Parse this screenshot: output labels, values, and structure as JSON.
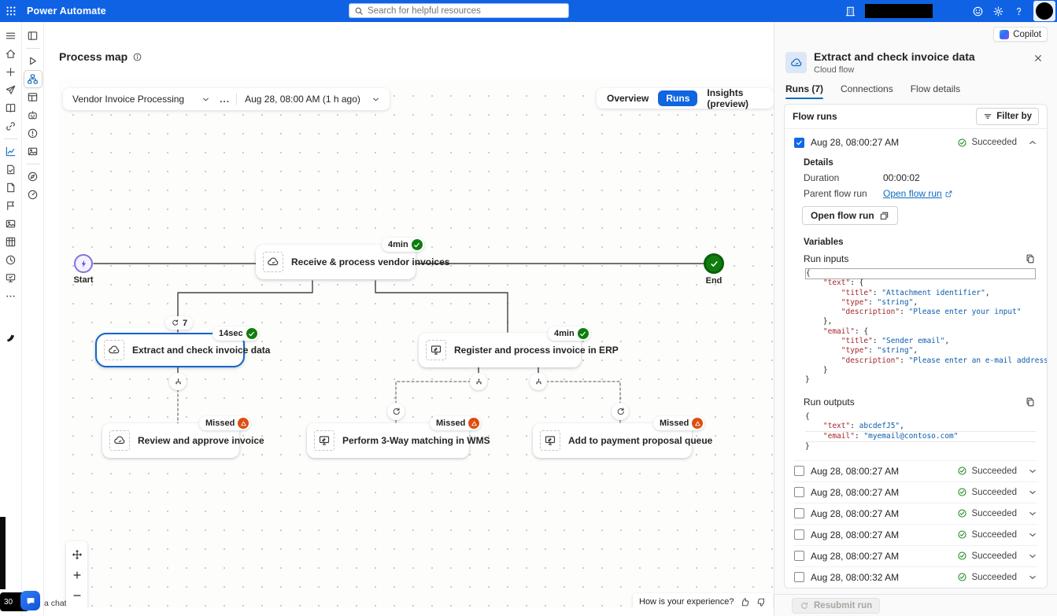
{
  "colors": {
    "topbar": "#0f62e4",
    "accent": "#0f6cbd",
    "run_pill": "#1065e0",
    "success": "#0e7d0e",
    "missed": "#dc4e12",
    "selected_node": "#1065d0",
    "link": "#0f6cbd"
  },
  "topbar": {
    "app_title": "Power Automate",
    "search_placeholder": "Search for helpful resources"
  },
  "rail1": [
    {
      "icon": "hamburger"
    },
    {
      "icon": "home"
    },
    {
      "icon": "plus"
    },
    {
      "icon": "send"
    },
    {
      "icon": "book"
    },
    {
      "icon": "link"
    },
    {
      "divider": true
    },
    {
      "icon": "chart",
      "active": true
    },
    {
      "icon": "doccheck"
    },
    {
      "icon": "doc"
    },
    {
      "icon": "flag"
    },
    {
      "icon": "image"
    },
    {
      "icon": "grid"
    },
    {
      "icon": "clock"
    },
    {
      "icon": "monitorcheck"
    },
    {
      "icon": "dots"
    },
    {
      "gap": true
    },
    {
      "icon": "darktool",
      "dark": true
    }
  ],
  "rail2": [
    {
      "icon": "panel"
    },
    {
      "divider": true
    },
    {
      "icon": "play"
    },
    {
      "icon": "procmap",
      "active": true
    },
    {
      "icon": "table2"
    },
    {
      "icon": "bot"
    },
    {
      "icon": "alert"
    },
    {
      "icon": "image"
    },
    {
      "divider": true
    },
    {
      "icon": "compass"
    },
    {
      "icon": "gauge"
    }
  ],
  "page": {
    "title": "Process map"
  },
  "map_toolbar": {
    "process_select": "Vendor Invoice Processing",
    "more_label": "...",
    "date_select": "Aug 28, 08:00 AM (1 h ago)"
  },
  "view_tabs": [
    {
      "label": "Overview",
      "active": false
    },
    {
      "label": "Runs",
      "active": true
    },
    {
      "label": "Insights (preview)",
      "active": false
    }
  ],
  "diagram": {
    "start_label": "Start",
    "end_label": "End",
    "loop_badge_count": "7",
    "nodes": [
      {
        "id": "receive",
        "title": "Receive & process vendor invoices",
        "icon": "cloud",
        "badge": "4min",
        "status": "success"
      },
      {
        "id": "extract",
        "title": "Extract and check invoice data",
        "icon": "cloud",
        "badge": "14sec",
        "status": "success",
        "selected": true
      },
      {
        "id": "register",
        "title": "Register and process invoice in ERP",
        "icon": "desktop",
        "badge": "4min",
        "status": "success"
      },
      {
        "id": "review",
        "title": "Review and approve invoice",
        "icon": "cloud",
        "badge": "Missed",
        "status": "missed"
      },
      {
        "id": "perform",
        "title": "Perform 3-Way matching in WMS",
        "icon": "desktop",
        "badge": "Missed",
        "status": "missed"
      },
      {
        "id": "add",
        "title": "Add to payment proposal queue",
        "icon": "desktop",
        "badge": "Missed",
        "status": "missed"
      }
    ]
  },
  "feedback": {
    "question": "How is your experience?"
  },
  "bottom_left": {
    "chatbot_text": "a chatbot",
    "badge_text": "30"
  },
  "panel": {
    "copilot_label": "Copilot",
    "title": "Extract and check invoice data",
    "subtitle": "Cloud flow",
    "tabs": [
      {
        "label": "Runs (7)",
        "active": true
      },
      {
        "label": "Connections",
        "active": false
      },
      {
        "label": "Flow details",
        "active": false
      }
    ],
    "flow_runs_title": "Flow runs",
    "filter_label": "Filter by",
    "expanded_run": {
      "date": "Aug 28, 08:00:27 AM",
      "status": "Succeeded"
    },
    "details": {
      "heading": "Details",
      "duration_label": "Duration",
      "duration_value": "00:00:02",
      "parent_label": "Parent flow run",
      "parent_link": "Open flow run",
      "open_button": "Open flow run"
    },
    "variables": {
      "heading": "Variables",
      "run_inputs_label": "Run inputs",
      "run_outputs_label": "Run outputs",
      "inputs_lines": [
        {
          "f": 1,
          "seg": [
            [
              "p",
              "{"
            ]
          ]
        },
        {
          "seg": [
            [
              "p",
              "    "
            ],
            [
              "k",
              "\"text\""
            ],
            [
              "p",
              ": {"
            ]
          ]
        },
        {
          "seg": [
            [
              "p",
              "        "
            ],
            [
              "k",
              "\"title\""
            ],
            [
              "p",
              ": "
            ],
            [
              "s",
              "\"Attachment identifier\""
            ],
            [
              "p",
              ","
            ]
          ]
        },
        {
          "seg": [
            [
              "p",
              "        "
            ],
            [
              "k",
              "\"type\""
            ],
            [
              "p",
              ": "
            ],
            [
              "s",
              "\"string\""
            ],
            [
              "p",
              ","
            ]
          ]
        },
        {
          "seg": [
            [
              "p",
              "        "
            ],
            [
              "k",
              "\"description\""
            ],
            [
              "p",
              ": "
            ],
            [
              "s",
              "\"Please enter your input\""
            ]
          ]
        },
        {
          "seg": [
            [
              "p",
              "    },"
            ]
          ]
        },
        {
          "seg": [
            [
              "p",
              "    "
            ],
            [
              "k",
              "\"email\""
            ],
            [
              "p",
              ": {"
            ]
          ]
        },
        {
          "seg": [
            [
              "p",
              "        "
            ],
            [
              "k",
              "\"title\""
            ],
            [
              "p",
              ": "
            ],
            [
              "s",
              "\"Sender email\""
            ],
            [
              "p",
              ","
            ]
          ]
        },
        {
          "seg": [
            [
              "p",
              "        "
            ],
            [
              "k",
              "\"type\""
            ],
            [
              "p",
              ": "
            ],
            [
              "s",
              "\"string\""
            ],
            [
              "p",
              ","
            ]
          ]
        },
        {
          "seg": [
            [
              "p",
              "        "
            ],
            [
              "k",
              "\"description\""
            ],
            [
              "p",
              ": "
            ],
            [
              "s",
              "\"Please enter an e-mail address\""
            ]
          ]
        },
        {
          "seg": [
            [
              "p",
              "    }"
            ]
          ]
        },
        {
          "seg": [
            [
              "p",
              "}"
            ]
          ]
        }
      ],
      "outputs_lines": [
        {
          "seg": [
            [
              "p",
              "{"
            ]
          ]
        },
        {
          "u": 1,
          "seg": [
            [
              "p",
              "    "
            ],
            [
              "k",
              "\"text\""
            ],
            [
              "p",
              ": "
            ],
            [
              "s",
              "abcdefJ5\""
            ],
            [
              "p",
              ","
            ]
          ]
        },
        {
          "u": 1,
          "seg": [
            [
              "p",
              "    "
            ],
            [
              "k",
              "\"email\""
            ],
            [
              "p",
              ": "
            ],
            [
              "s",
              "\"myemail@contoso.com\""
            ]
          ]
        },
        {
          "seg": [
            [
              "p",
              "}"
            ]
          ]
        }
      ]
    },
    "runs": [
      {
        "date": "Aug 28, 08:00:27 AM",
        "status": "Succeeded"
      },
      {
        "date": "Aug 28, 08:00:27 AM",
        "status": "Succeeded"
      },
      {
        "date": "Aug 28, 08:00:27 AM",
        "status": "Succeeded"
      },
      {
        "date": "Aug 28, 08:00:27 AM",
        "status": "Succeeded"
      },
      {
        "date": "Aug 28, 08:00:27 AM",
        "status": "Succeeded"
      },
      {
        "date": "Aug 28, 08:00:32 AM",
        "status": "Succeeded"
      }
    ],
    "resubmit_label": "Resubmit run"
  }
}
